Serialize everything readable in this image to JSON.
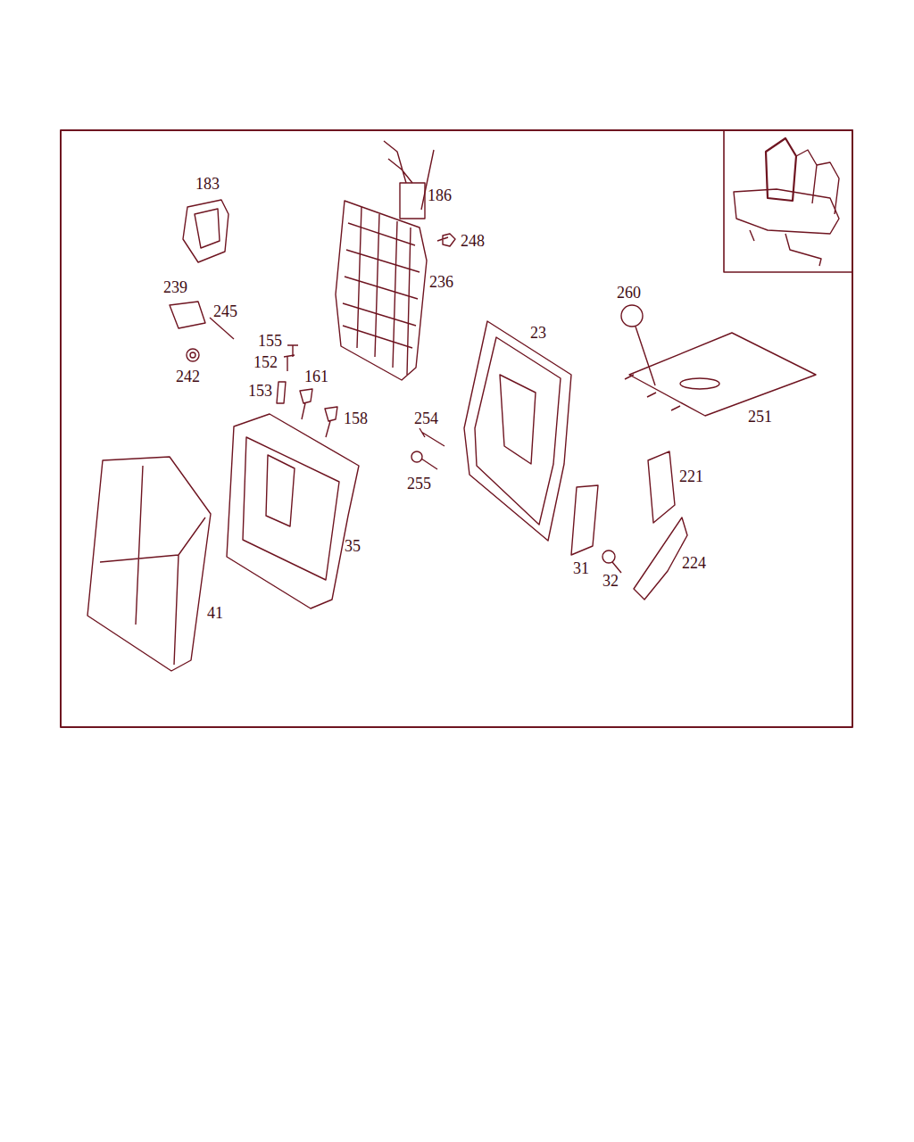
{
  "diagram": {
    "labels": [
      "183",
      "186",
      "248",
      "236",
      "239",
      "245",
      "155",
      "152",
      "242",
      "153",
      "161",
      "158",
      "254",
      "255",
      "23",
      "260",
      "251",
      "221",
      "224",
      "31",
      "32",
      "35",
      "41"
    ]
  }
}
